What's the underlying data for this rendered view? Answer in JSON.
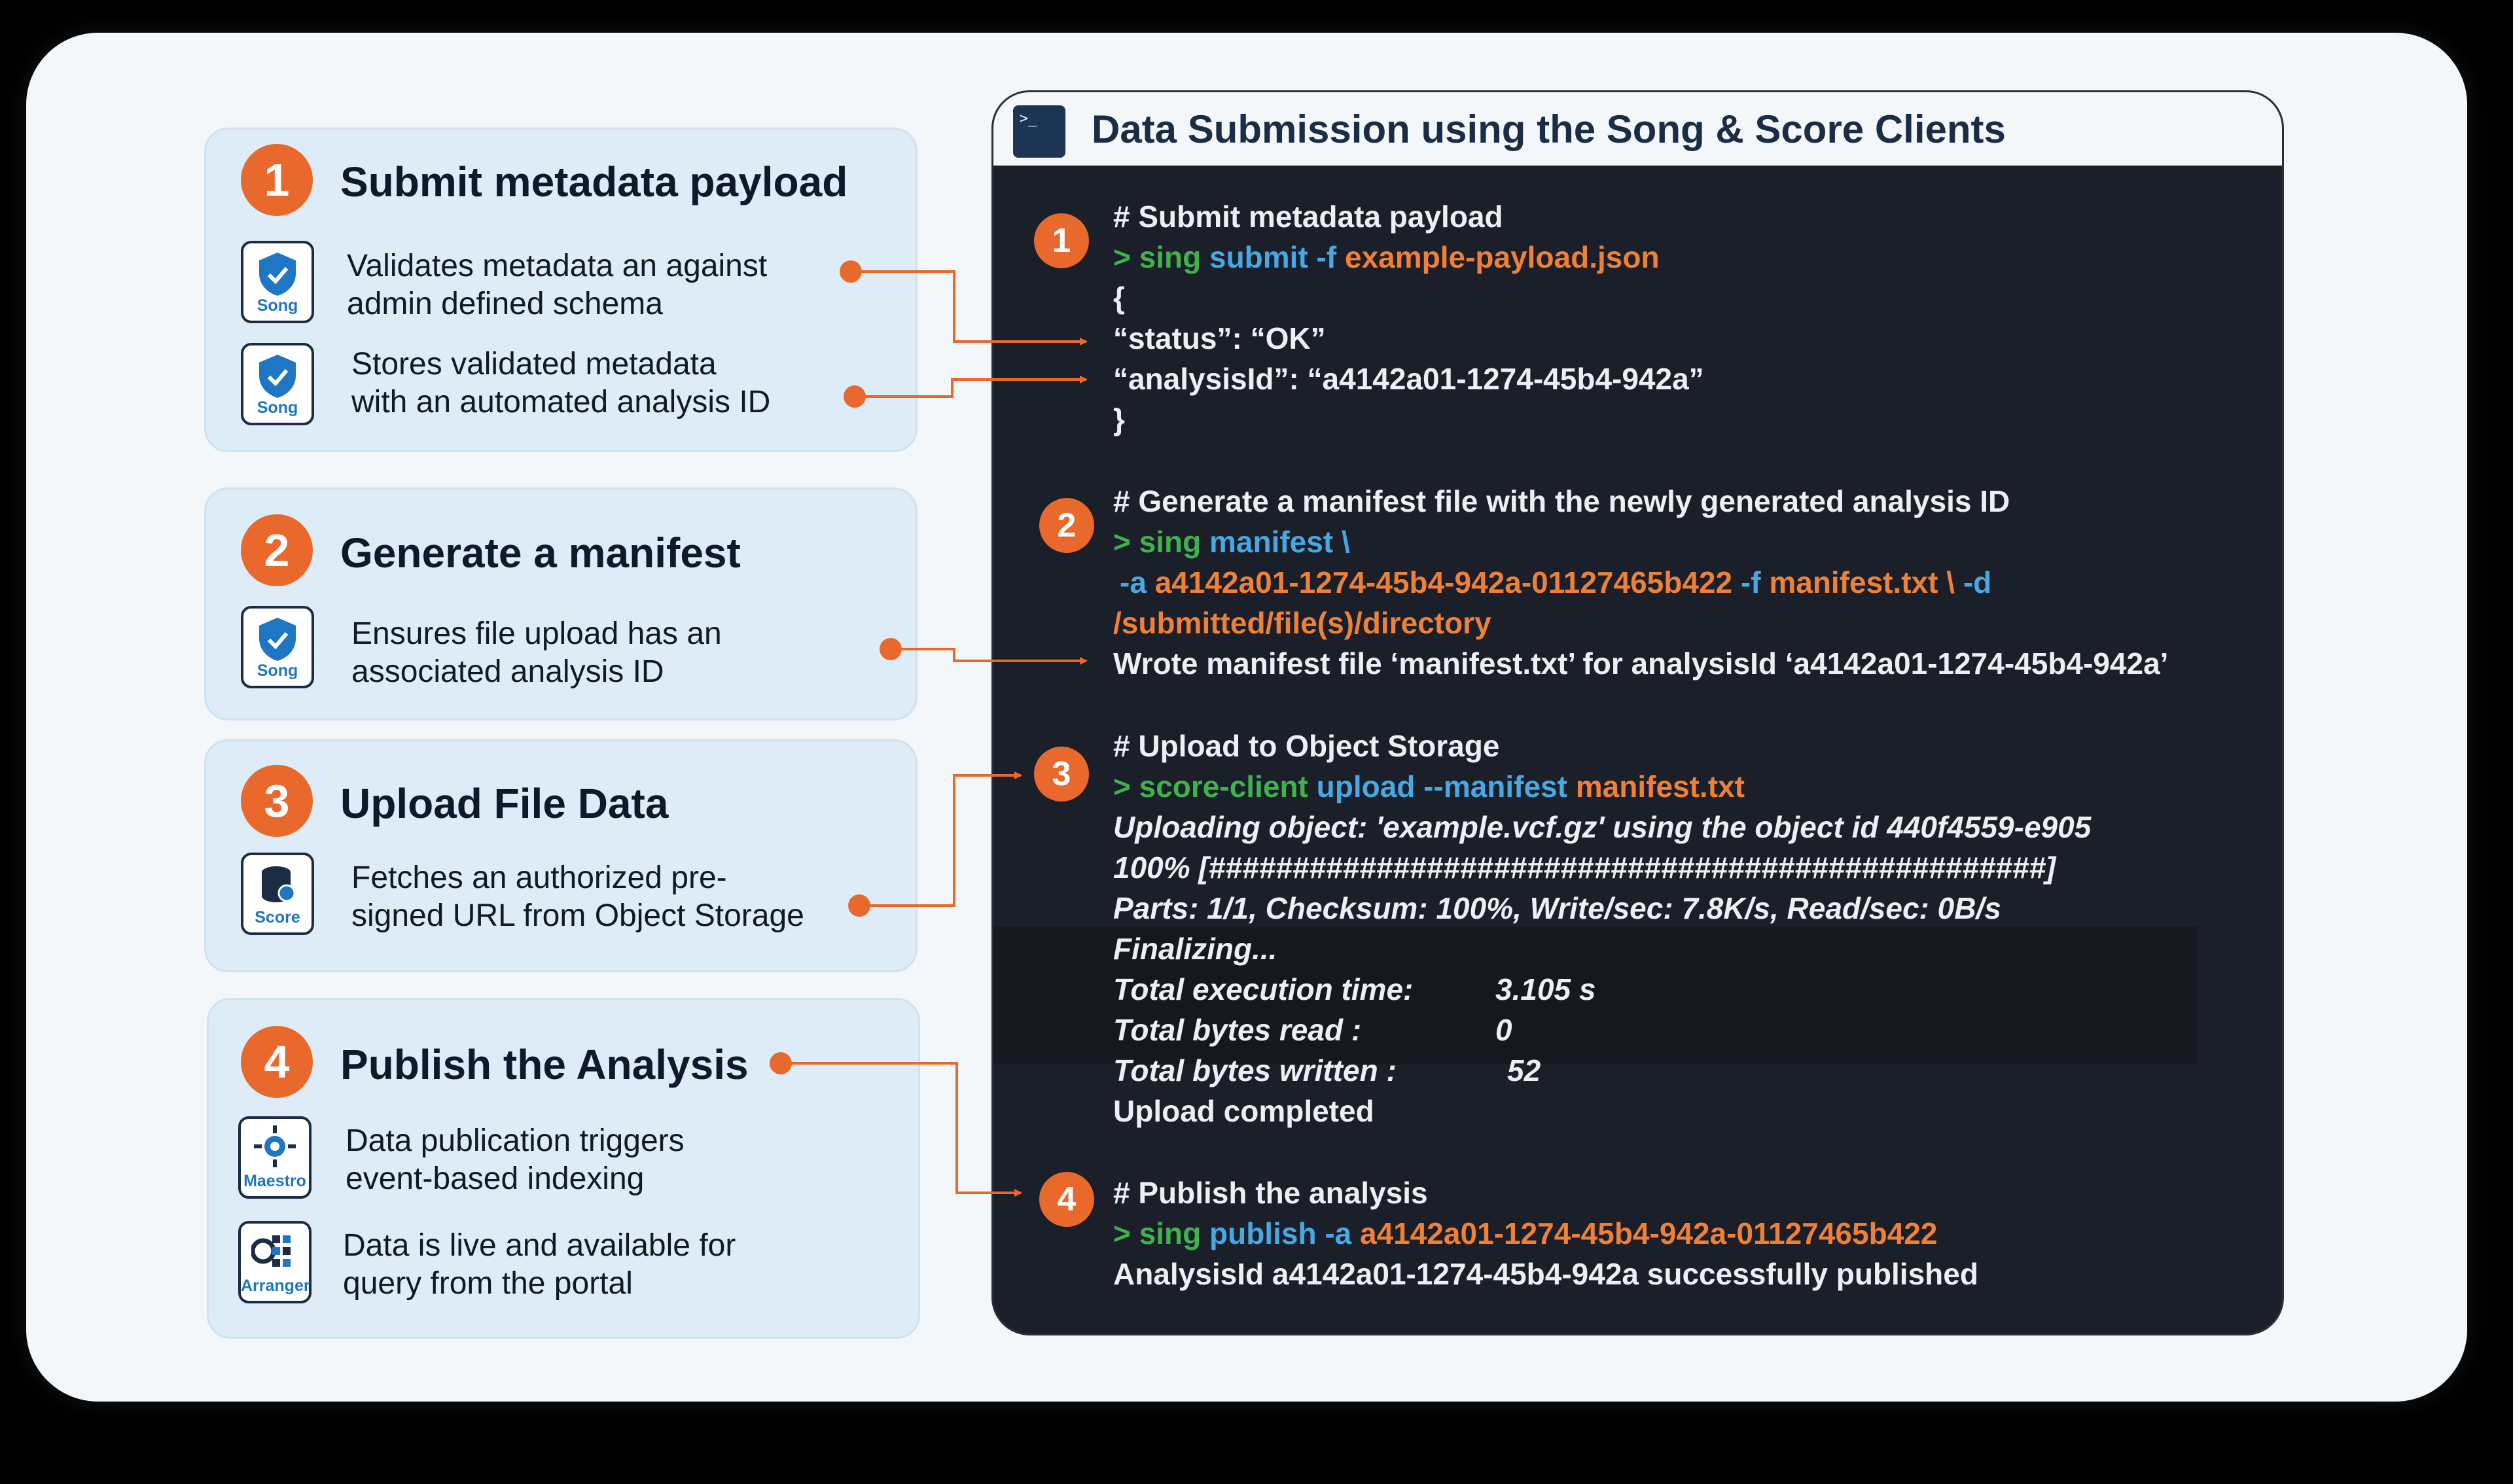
{
  "steps": [
    {
      "number": "1",
      "title": "Submit metadata payload",
      "items": [
        {
          "icon": "song-icon",
          "badge": "Song",
          "text1": "Validates metadata an against",
          "text2": "admin defined schema"
        },
        {
          "icon": "song-icon",
          "badge": "Song",
          "text1": "Stores validated metadata",
          "text2": "with an automated analysis ID"
        }
      ]
    },
    {
      "number": "2",
      "title": "Generate a manifest",
      "items": [
        {
          "icon": "song-icon",
          "badge": "Song",
          "text1": "Ensures file upload has an",
          "text2": "associated analysis ID"
        }
      ]
    },
    {
      "number": "3",
      "title": "Upload File Data",
      "items": [
        {
          "icon": "score-icon",
          "badge": "Score",
          "text1": "Fetches an authorized pre-",
          "text2": "signed URL from Object Storage"
        }
      ]
    },
    {
      "number": "4",
      "title": "Publish the Analysis",
      "items": [
        {
          "icon": "maestro-icon",
          "badge": "Maestro",
          "text1": "Data publication triggers",
          "text2": "event-based indexing"
        },
        {
          "icon": "arranger-icon",
          "badge": "Arranger",
          "text1": "Data is live and available for",
          "text2": "query from the portal"
        }
      ]
    }
  ],
  "terminal": {
    "title": "Data Submission using the Song & Score Clients",
    "prompt_icon": ">_",
    "s1": {
      "num": "1",
      "comment": "# Submit metadata payload",
      "prompt": "> sing",
      "cmd": "submit -f",
      "arg": "example-payload.json",
      "out1": "{",
      "out2": "“status”: “OK”",
      "out3": "“analysisId”: “a4142a01-1274-45b4-942a”",
      "out4": "}"
    },
    "s2": {
      "num": "2",
      "comment": "# Generate a manifest file with the newly generated analysis ID",
      "prompt": "> sing",
      "cmd": "manifest \\",
      "flag_a": "-a",
      "arg_a": "a4142a01-1274-45b4-942a-01127465b422",
      "flag_f": "-f",
      "arg_f": "manifest.txt \\",
      "flag_d": "-d",
      "arg_d": "/submitted/file(s)/directory",
      "out": "Wrote manifest file ‘manifest.txt’ for analysisId ‘a4142a01-1274-45b4-942a’"
    },
    "s3": {
      "num": "3",
      "comment": "# Upload to Object Storage",
      "prompt": "> score-client",
      "cmd": "upload --manifest",
      "arg": "manifest.txt",
      "out1": "Uploading object: 'example.vcf.gz' using the object id 440f4559-e905",
      "out2": "100% [##################################################]",
      "out3": "Parts: 1/1, Checksum: 100%, Write/sec: 7.8K/s, Read/sec: 0B/s",
      "out4": "Finalizing...",
      "stat1_label": "Total execution time:",
      "stat1_value": "3.105 s",
      "stat2_label": "Total bytes read    :",
      "stat2_value": "0",
      "stat3_label": "Total bytes written :",
      "stat3_value": "52",
      "done": "Upload completed"
    },
    "s4": {
      "num": "4",
      "comment": "# Publish the analysis",
      "prompt": "> sing",
      "cmd": "publish -a",
      "arg": "a4142a01-1274-45b4-942a-01127465b422",
      "out": "AnalysisId a4142a01-1274-45b4-942a successfully published"
    }
  },
  "colors": {
    "accent": "#e8692b",
    "card": "#ddecf6",
    "terminal_bg": "#1a1f2a",
    "prompt_green": "#3fb24a",
    "command_blue": "#47a8e3",
    "argument_orange": "#f08035"
  }
}
